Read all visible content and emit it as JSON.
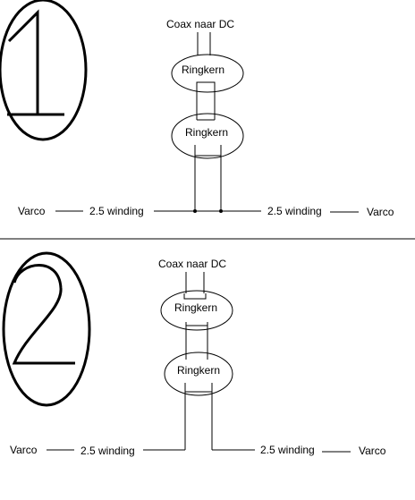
{
  "diagram_1": {
    "number": "1",
    "coax_label": "Coax naar DC",
    "core_top_label": "Ringkern",
    "core_bottom_label": "Ringkern",
    "left_end": "Varco",
    "left_winding": "2.5 winding",
    "right_winding": "2.5 winding",
    "right_end": "Varco"
  },
  "diagram_2": {
    "number": "2",
    "coax_label": "Coax naar DC",
    "core_top_label": "Ringkern",
    "core_bottom_label": "Ringkern",
    "left_end": "Varco",
    "left_winding": "2.5 winding",
    "right_winding": "2.5 winding",
    "right_end": "Varco"
  }
}
